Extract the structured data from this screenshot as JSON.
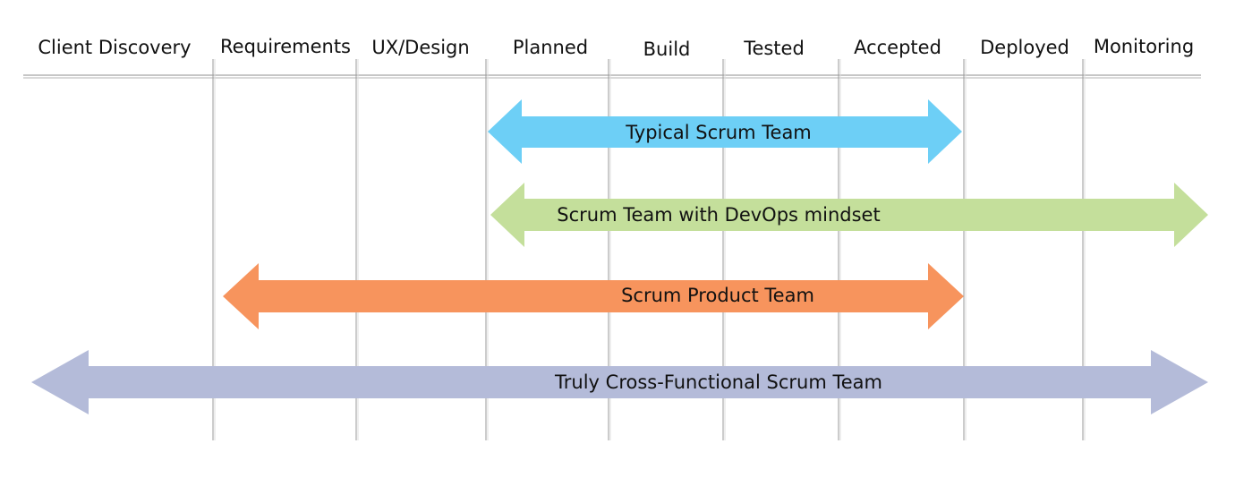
{
  "phases": [
    {
      "label": "Client Discovery"
    },
    {
      "label": "Requirements"
    },
    {
      "label": "UX/Design"
    },
    {
      "label": "Planned"
    },
    {
      "label": "Build"
    },
    {
      "label": "Tested"
    },
    {
      "label": "Accepted"
    },
    {
      "label": "Deployed"
    },
    {
      "label": "Monitoring"
    }
  ],
  "teams": [
    {
      "label": "Typical Scrum Team",
      "from_phase": "Planned",
      "to_phase": "Accepted",
      "color": "#6dcff6"
    },
    {
      "label": "Scrum Team with DevOps mindset",
      "from_phase": "Planned",
      "to_phase": "Monitoring",
      "color": "#c4df9b"
    },
    {
      "label": "Scrum Product Team",
      "from_phase": "Requirements",
      "to_phase": "Accepted",
      "color": "#f7945d"
    },
    {
      "label": "Truly Cross-Functional Scrum Team",
      "from_phase": "Client Discovery",
      "to_phase": "Monitoring",
      "color": "#b4bbd9"
    }
  ]
}
